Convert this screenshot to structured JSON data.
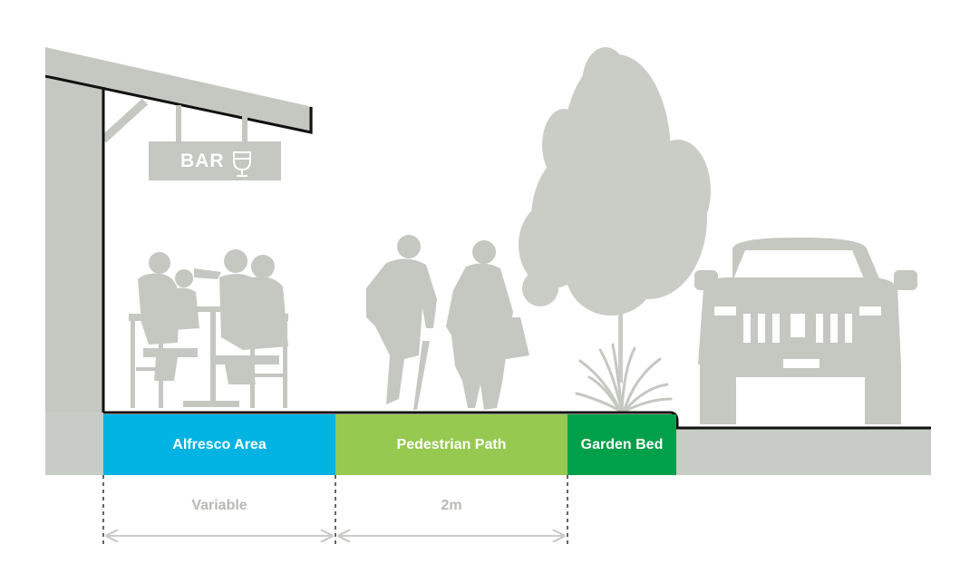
{
  "sign": {
    "text": "BAR",
    "icon": "wine-glass-icon"
  },
  "zones": [
    {
      "id": "alfresco",
      "label": "Alfresco Area",
      "color": "#00b3e3"
    },
    {
      "id": "pedestrian",
      "label": "Pedestrian Path",
      "color": "#96c94f"
    },
    {
      "id": "garden",
      "label": "Garden Bed",
      "color": "#00a04b"
    }
  ],
  "dimensions": [
    {
      "zone": "alfresco",
      "label": "Variable"
    },
    {
      "zone": "pedestrian",
      "label": "2m"
    }
  ],
  "colors": {
    "silhouette": "#c4c8c0",
    "ground": "#c8ccc6",
    "outline": "#111111",
    "dimension_line": "#c9cbc6"
  }
}
